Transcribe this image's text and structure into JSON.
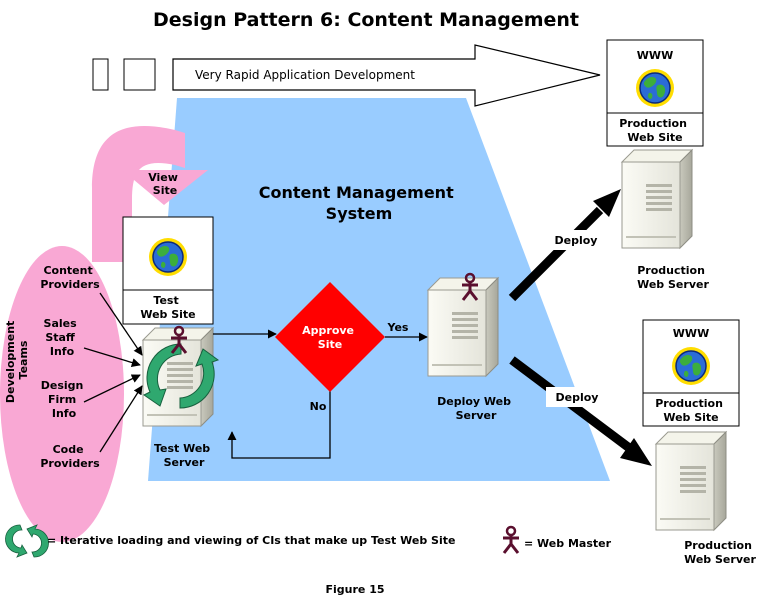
{
  "title": "Design Pattern 6: Content Management",
  "rad_label": "Very Rapid Application Development",
  "cms_label": [
    "Content Management",
    "System"
  ],
  "view_site": [
    "View",
    "Site"
  ],
  "test_site": {
    "heading": "",
    "label": [
      "Test",
      "Web Site"
    ]
  },
  "development_teams": [
    "Development",
    "Teams"
  ],
  "inputs": [
    [
      "Content",
      "Providers"
    ],
    [
      "Sales",
      "Staff",
      "Info"
    ],
    [
      "Design",
      "Firm",
      "Info"
    ],
    [
      "Code",
      "Providers"
    ]
  ],
  "test_server_label": [
    "Test Web",
    "Server"
  ],
  "decision": [
    "Approve",
    "Site"
  ],
  "yes_label": "Yes",
  "no_label": "No",
  "deploy_server_label": [
    "Deploy Web",
    "Server"
  ],
  "deploy_label": "Deploy",
  "prod_site": {
    "heading": "WWW",
    "label": [
      "Production",
      "Web Site"
    ]
  },
  "prod_server_label": [
    "Production",
    "Web Server"
  ],
  "legend": {
    "iterative": "= Iterative loading and viewing of CIs that make up Test Web Site",
    "webmaster": "= Web Master"
  },
  "caption": "Figure 15",
  "colors": {
    "cms_blue": "#99ccff",
    "pink": "#f9a8d4",
    "decision_red": "#ff0000",
    "cycle_green": "#2fa86f",
    "webmaster_icon": "#5a0f2e"
  },
  "icons": [
    "globe-icon",
    "server-icon",
    "web-master-icon",
    "cycle-arrows-icon"
  ]
}
